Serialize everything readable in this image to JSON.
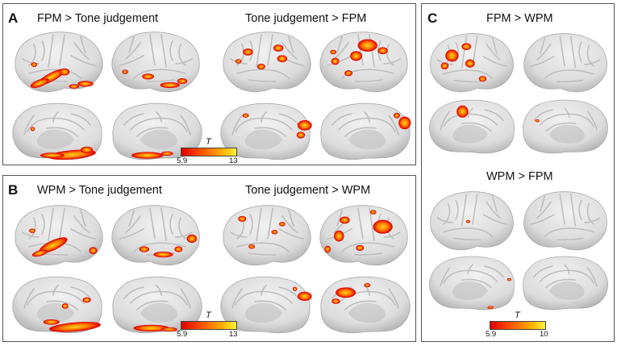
{
  "panels": [
    {
      "letter": "A",
      "contrasts": [
        {
          "title": "FPM > Tone judgement",
          "lateral_left": {
            "blobs": [
              [
                0.42,
                0.74,
                0.16,
                0.06,
                -28
              ],
              [
                0.3,
                0.83,
                0.1,
                0.05,
                -20
              ],
              [
                0.56,
                0.66,
                0.05,
                0.05,
                0
              ],
              [
                0.78,
                0.84,
                0.08,
                0.04,
                0
              ],
              [
                0.66,
                0.88,
                0.05,
                0.03,
                0
              ],
              [
                0.24,
                0.55,
                0.03,
                0.03,
                0
              ]
            ]
          },
          "lateral_right": {
            "blobs": [
              [
                0.35,
                0.86,
                0.1,
                0.04,
                0
              ],
              [
                0.22,
                0.8,
                0.05,
                0.04,
                0
              ],
              [
                0.58,
                0.73,
                0.06,
                0.04,
                0
              ],
              [
                0.82,
                0.66,
                0.03,
                0.03,
                0
              ]
            ]
          },
          "medial_left": {
            "blobs": [
              [
                0.35,
                0.88,
                0.24,
                0.07,
                5
              ],
              [
                0.55,
                0.89,
                0.12,
                0.04,
                0
              ],
              [
                0.2,
                0.8,
                0.06,
                0.05,
                0
              ],
              [
                0.75,
                0.46,
                0.02,
                0.03,
                0
              ]
            ]
          },
          "medial_right": {
            "blobs": [
              [
                0.4,
                0.89,
                0.16,
                0.05,
                0
              ],
              [
                0.6,
                0.86,
                0.06,
                0.03,
                0
              ]
            ]
          }
        },
        {
          "title": "Tone judgement > FPM",
          "lateral_left": {
            "blobs": [
              [
                0.3,
                0.36,
                0.05,
                0.05,
                0
              ],
              [
                0.62,
                0.3,
                0.05,
                0.05,
                0
              ],
              [
                0.66,
                0.46,
                0.05,
                0.05,
                0
              ],
              [
                0.44,
                0.58,
                0.04,
                0.04,
                0
              ],
              [
                0.2,
                0.5,
                0.03,
                0.03,
                0
              ]
            ]
          },
          "lateral_right": {
            "blobs": [
              [
                0.46,
                0.26,
                0.1,
                0.09,
                0
              ],
              [
                0.58,
                0.42,
                0.06,
                0.07,
                0
              ],
              [
                0.3,
                0.34,
                0.05,
                0.05,
                0
              ],
              [
                0.8,
                0.5,
                0.04,
                0.05,
                0
              ],
              [
                0.66,
                0.68,
                0.04,
                0.04,
                0
              ],
              [
                0.82,
                0.36,
                0.03,
                0.03,
                0
              ]
            ]
          },
          "medial_left": {
            "blobs": [
              [
                0.1,
                0.4,
                0.07,
                0.08,
                0
              ],
              [
                0.14,
                0.56,
                0.04,
                0.05,
                0
              ],
              [
                0.7,
                0.24,
                0.03,
                0.03,
                0
              ]
            ]
          },
          "medial_right": {
            "blobs": [
              [
                0.9,
                0.36,
                0.06,
                0.1,
                0
              ],
              [
                0.82,
                0.24,
                0.03,
                0.04,
                0
              ]
            ]
          }
        }
      ],
      "colorbar": {
        "label": "T",
        "min": "5.9",
        "max": "13"
      }
    },
    {
      "letter": "B",
      "contrasts": [
        {
          "title": "WPM > Tone judgement",
          "lateral_left": {
            "blobs": [
              [
                0.44,
                0.66,
                0.16,
                0.07,
                -25
              ],
              [
                0.3,
                0.78,
                0.08,
                0.04,
                -15
              ],
              [
                0.22,
                0.44,
                0.03,
                0.03,
                0
              ],
              [
                0.86,
                0.74,
                0.04,
                0.05,
                0
              ]
            ]
          },
          "lateral_right": {
            "blobs": [
              [
                0.12,
                0.56,
                0.05,
                0.06,
                0
              ],
              [
                0.42,
                0.8,
                0.1,
                0.04,
                0
              ],
              [
                0.26,
                0.72,
                0.04,
                0.04,
                0
              ],
              [
                0.62,
                0.72,
                0.05,
                0.04,
                0
              ]
            ]
          },
          "medial_left": {
            "blobs": [
              [
                0.32,
                0.86,
                0.26,
                0.07,
                5
              ],
              [
                0.2,
                0.42,
                0.04,
                0.04,
                0
              ],
              [
                0.42,
                0.52,
                0.03,
                0.04,
                0
              ],
              [
                0.56,
                0.78,
                0.08,
                0.04,
                0
              ]
            ]
          },
          "medial_right": {
            "blobs": [
              [
                0.44,
                0.88,
                0.18,
                0.05,
                0
              ],
              [
                0.62,
                0.9,
                0.08,
                0.03,
                0
              ]
            ]
          }
        },
        {
          "title": "Tone judgement > WPM",
          "lateral_left": {
            "blobs": [
              [
                0.24,
                0.26,
                0.04,
                0.04,
                0
              ],
              [
                0.34,
                0.68,
                0.03,
                0.03,
                0
              ],
              [
                0.66,
                0.34,
                0.03,
                0.03,
                0
              ],
              [
                0.58,
                0.46,
                0.03,
                0.03,
                0
              ]
            ]
          },
          "lateral_right": {
            "blobs": [
              [
                0.3,
                0.38,
                0.1,
                0.1,
                0
              ],
              [
                0.7,
                0.28,
                0.05,
                0.05,
                0
              ],
              [
                0.76,
                0.52,
                0.05,
                0.08,
                0
              ],
              [
                0.54,
                0.7,
                0.04,
                0.04,
                0
              ],
              [
                0.88,
                0.72,
                0.03,
                0.05,
                0
              ],
              [
                0.4,
                0.16,
                0.03,
                0.03,
                0
              ]
            ]
          },
          "medial_left": {
            "blobs": [
              [
                0.1,
                0.36,
                0.07,
                0.07,
                0
              ],
              [
                0.2,
                0.24,
                0.02,
                0.03,
                0
              ]
            ]
          },
          "medial_right": {
            "blobs": [
              [
                0.3,
                0.3,
                0.1,
                0.08,
                0
              ],
              [
                0.2,
                0.44,
                0.04,
                0.04,
                0
              ],
              [
                0.52,
                0.18,
                0.03,
                0.03,
                0
              ]
            ]
          }
        }
      ],
      "colorbar": {
        "label": "T",
        "min": "5.9",
        "max": "13"
      }
    },
    {
      "letter": "C",
      "contrasts": [
        {
          "title": "FPM > WPM",
          "lateral_left": {
            "blobs": [
              [
                0.28,
                0.4,
                0.07,
                0.09,
                0
              ],
              [
                0.44,
                0.26,
                0.05,
                0.05,
                0
              ],
              [
                0.48,
                0.52,
                0.05,
                0.06,
                0
              ],
              [
                0.2,
                0.56,
                0.04,
                0.05,
                0
              ],
              [
                0.62,
                0.76,
                0.04,
                0.04,
                0
              ]
            ]
          },
          "lateral_right": {
            "blobs": []
          },
          "medial_left": {
            "blobs": [
              [
                0.6,
                0.24,
                0.06,
                0.1,
                0
              ]
            ]
          },
          "medial_right": {
            "blobs": [
              [
                0.2,
                0.4,
                0.02,
                0.02,
                0
              ]
            ]
          }
        },
        {
          "title": "WPM > FPM",
          "lateral_left": {
            "blobs": [
              [
                0.46,
                0.52,
                0.02,
                0.02,
                0
              ]
            ]
          },
          "lateral_right": {
            "blobs": []
          },
          "medial_left": {
            "blobs": [
              [
                0.1,
                0.44,
                0.02,
                0.02,
                0
              ],
              [
                0.3,
                0.92,
                0.03,
                0.02,
                0
              ]
            ]
          },
          "medial_right": {
            "blobs": []
          }
        }
      ],
      "colorbar": {
        "label": "T",
        "min": "5.9",
        "max": "10"
      }
    }
  ],
  "colors": {
    "brain_fill": "#dcdcdc",
    "brain_shadow": "#a9a9a9",
    "sulcus": "#bdbdbd",
    "blob_low": "#e00000",
    "blob_mid": "#ff7a00",
    "blob_high": "#ffd21e",
    "frame": "#555555"
  }
}
